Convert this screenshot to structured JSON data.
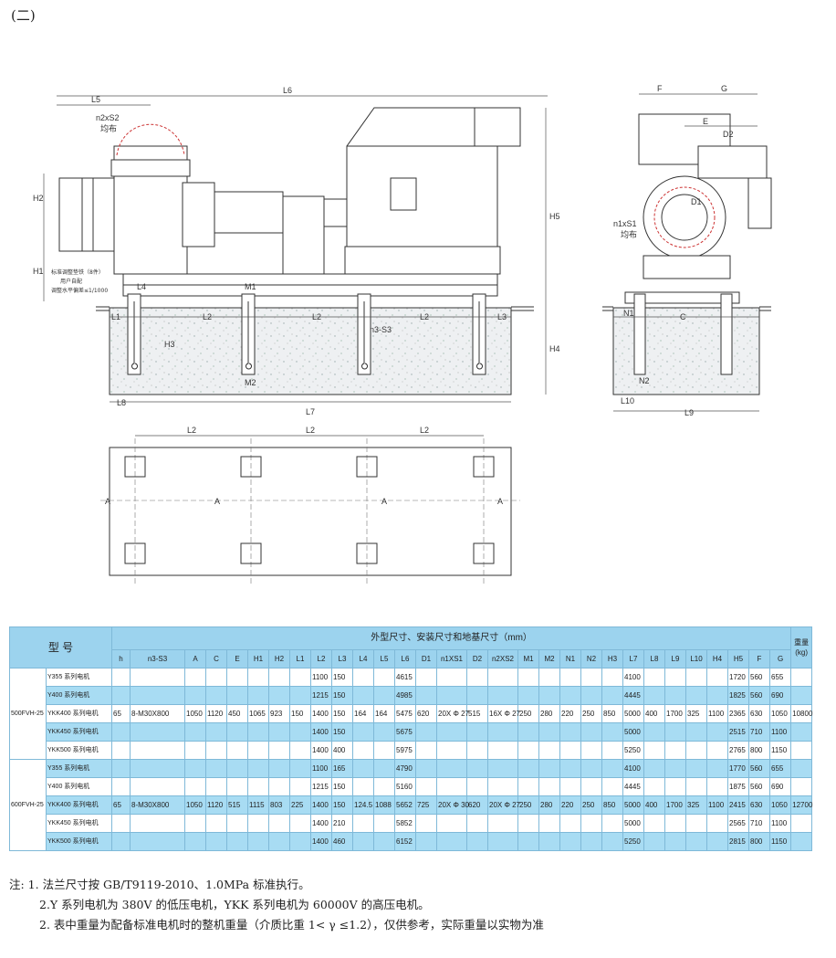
{
  "page": {
    "title": "(二)"
  },
  "drawing": {
    "side_view_labels": {
      "L6": "L6",
      "L5": "L5",
      "n2xS2": "n2xS2",
      "jb1": "均布",
      "H2": "H2",
      "H1": "H1",
      "H5": "H5",
      "note1": "标准调整垫铁（8件）",
      "note2": "用户自配",
      "note3": "调整水平偏差≤1/1000",
      "L4": "L4",
      "M1": "M1",
      "L1": "L1",
      "L2": "L2",
      "L3": "L3",
      "n3S3": "n3-S3",
      "H3": "H3",
      "M2": "M2",
      "H4": "H4",
      "L8": "L8",
      "L7": "L7"
    },
    "end_view_labels": {
      "F": "F",
      "G": "G",
      "E": "E",
      "D2": "D2",
      "D1": "D1",
      "n1xS1": "n1xS1",
      "jb2": "均布",
      "N1": "N1",
      "C": "C",
      "N2": "N2",
      "L10": "L10",
      "L9": "L9"
    },
    "plan_view_labels": {
      "L2": "L2",
      "A": "A"
    }
  },
  "table": {
    "header_model": "型  号",
    "header_group": "外型尺寸、安装尺寸和地基尺寸（mm）",
    "header_weight": "重量(kg)",
    "columns": [
      "h",
      "n3-S3",
      "A",
      "C",
      "E",
      "H1",
      "H2",
      "L1",
      "L2",
      "L3",
      "L4",
      "L5",
      "L6",
      "D1",
      "n1XS1",
      "D2",
      "n2XS2",
      "M1",
      "M2",
      "N1",
      "N2",
      "H3",
      "L7",
      "L8",
      "L9",
      "L10",
      "H4",
      "H5",
      "F",
      "G"
    ],
    "groups": [
      {
        "name": "500FVH-25",
        "rows": [
          {
            "motor": "Y355 系列电机",
            "blue": false,
            "cells": [
              "",
              "",
              "",
              "",
              "",
              "",
              "",
              "",
              "1100",
              "150",
              "",
              "",
              "4615",
              "",
              "",
              "",
              "",
              "",
              "",
              "",
              "",
              "",
              "4100",
              "",
              "",
              "",
              "",
              "1720",
              "560",
              "655",
              ""
            ]
          },
          {
            "motor": "Y400 系列电机",
            "blue": true,
            "cells": [
              "",
              "",
              "",
              "",
              "",
              "",
              "",
              "",
              "1215",
              "150",
              "",
              "",
              "4985",
              "",
              "",
              "",
              "",
              "",
              "",
              "",
              "",
              "",
              "4445",
              "",
              "",
              "",
              "",
              "1825",
              "560",
              "690",
              ""
            ]
          },
          {
            "motor": "YKK400 系列电机",
            "blue": false,
            "cells": [
              "65",
              "8-M30X800",
              "1050",
              "1120",
              "450",
              "1065",
              "923",
              "150",
              "1400",
              "150",
              "164",
              "164",
              "5475",
              "620",
              "20X Φ 27",
              "515",
              "16X Φ 27",
              "250",
              "280",
              "220",
              "250",
              "850",
              "5000",
              "400",
              "1700",
              "325",
              "1100",
              "2365",
              "630",
              "1050",
              "10800"
            ]
          },
          {
            "motor": "YKK450 系列电机",
            "blue": true,
            "cells": [
              "",
              "",
              "",
              "",
              "",
              "",
              "",
              "",
              "1400",
              "150",
              "",
              "",
              "5675",
              "",
              "",
              "",
              "",
              "",
              "",
              "",
              "",
              "",
              "5000",
              "",
              "",
              "",
              "",
              "2515",
              "710",
              "1100",
              ""
            ]
          },
          {
            "motor": "YKK500 系列电机",
            "blue": false,
            "cells": [
              "",
              "",
              "",
              "",
              "",
              "",
              "",
              "",
              "1400",
              "400",
              "",
              "",
              "5975",
              "",
              "",
              "",
              "",
              "",
              "",
              "",
              "",
              "",
              "5250",
              "",
              "",
              "",
              "",
              "2765",
              "800",
              "1150",
              ""
            ]
          }
        ]
      },
      {
        "name": "600FVH-25",
        "rows": [
          {
            "motor": "Y355 系列电机",
            "blue": true,
            "cells": [
              "",
              "",
              "",
              "",
              "",
              "",
              "",
              "",
              "1100",
              "165",
              "",
              "",
              "4790",
              "",
              "",
              "",
              "",
              "",
              "",
              "",
              "",
              "",
              "4100",
              "",
              "",
              "",
              "",
              "1770",
              "560",
              "655",
              ""
            ]
          },
          {
            "motor": "Y400 系列电机",
            "blue": false,
            "cells": [
              "",
              "",
              "",
              "",
              "",
              "",
              "",
              "",
              "1215",
              "150",
              "",
              "",
              "5160",
              "",
              "",
              "",
              "",
              "",
              "",
              "",
              "",
              "",
              "4445",
              "",
              "",
              "",
              "",
              "1875",
              "560",
              "690",
              ""
            ]
          },
          {
            "motor": "YKK400 系列电机",
            "blue": true,
            "cells": [
              "65",
              "8-M30X800",
              "1050",
              "1120",
              "515",
              "1115",
              "803",
              "225",
              "1400",
              "150",
              "124.5",
              "1088",
              "5652",
              "725",
              "20X Φ 30",
              "620",
              "20X Φ 27",
              "250",
              "280",
              "220",
              "250",
              "850",
              "5000",
              "400",
              "1700",
              "325",
              "1100",
              "2415",
              "630",
              "1050",
              "12700"
            ]
          },
          {
            "motor": "YKK450 系列电机",
            "blue": false,
            "cells": [
              "",
              "",
              "",
              "",
              "",
              "",
              "",
              "",
              "1400",
              "210",
              "",
              "",
              "5852",
              "",
              "",
              "",
              "",
              "",
              "",
              "",
              "",
              "",
              "5000",
              "",
              "",
              "",
              "",
              "2565",
              "710",
              "1100",
              ""
            ]
          },
          {
            "motor": "YKK500 系列电机",
            "blue": true,
            "cells": [
              "",
              "",
              "",
              "",
              "",
              "",
              "",
              "",
              "1400",
              "460",
              "",
              "",
              "6152",
              "",
              "",
              "",
              "",
              "",
              "",
              "",
              "",
              "",
              "5250",
              "",
              "",
              "",
              "",
              "2815",
              "800",
              "1150",
              ""
            ]
          }
        ]
      }
    ]
  },
  "notes": [
    "注: 1. 法兰尺寸按 GB/T9119-2010、1.0MPa 标准执行。",
    "2.Y 系列电机为 380V 的低压电机，YKK 系列电机为 60000V 的高压电机。",
    "2. 表中重量为配备标准电机时的整机重量（介质比重 1< γ ≤1.2），仅供参考，实际重量以实物为准"
  ]
}
